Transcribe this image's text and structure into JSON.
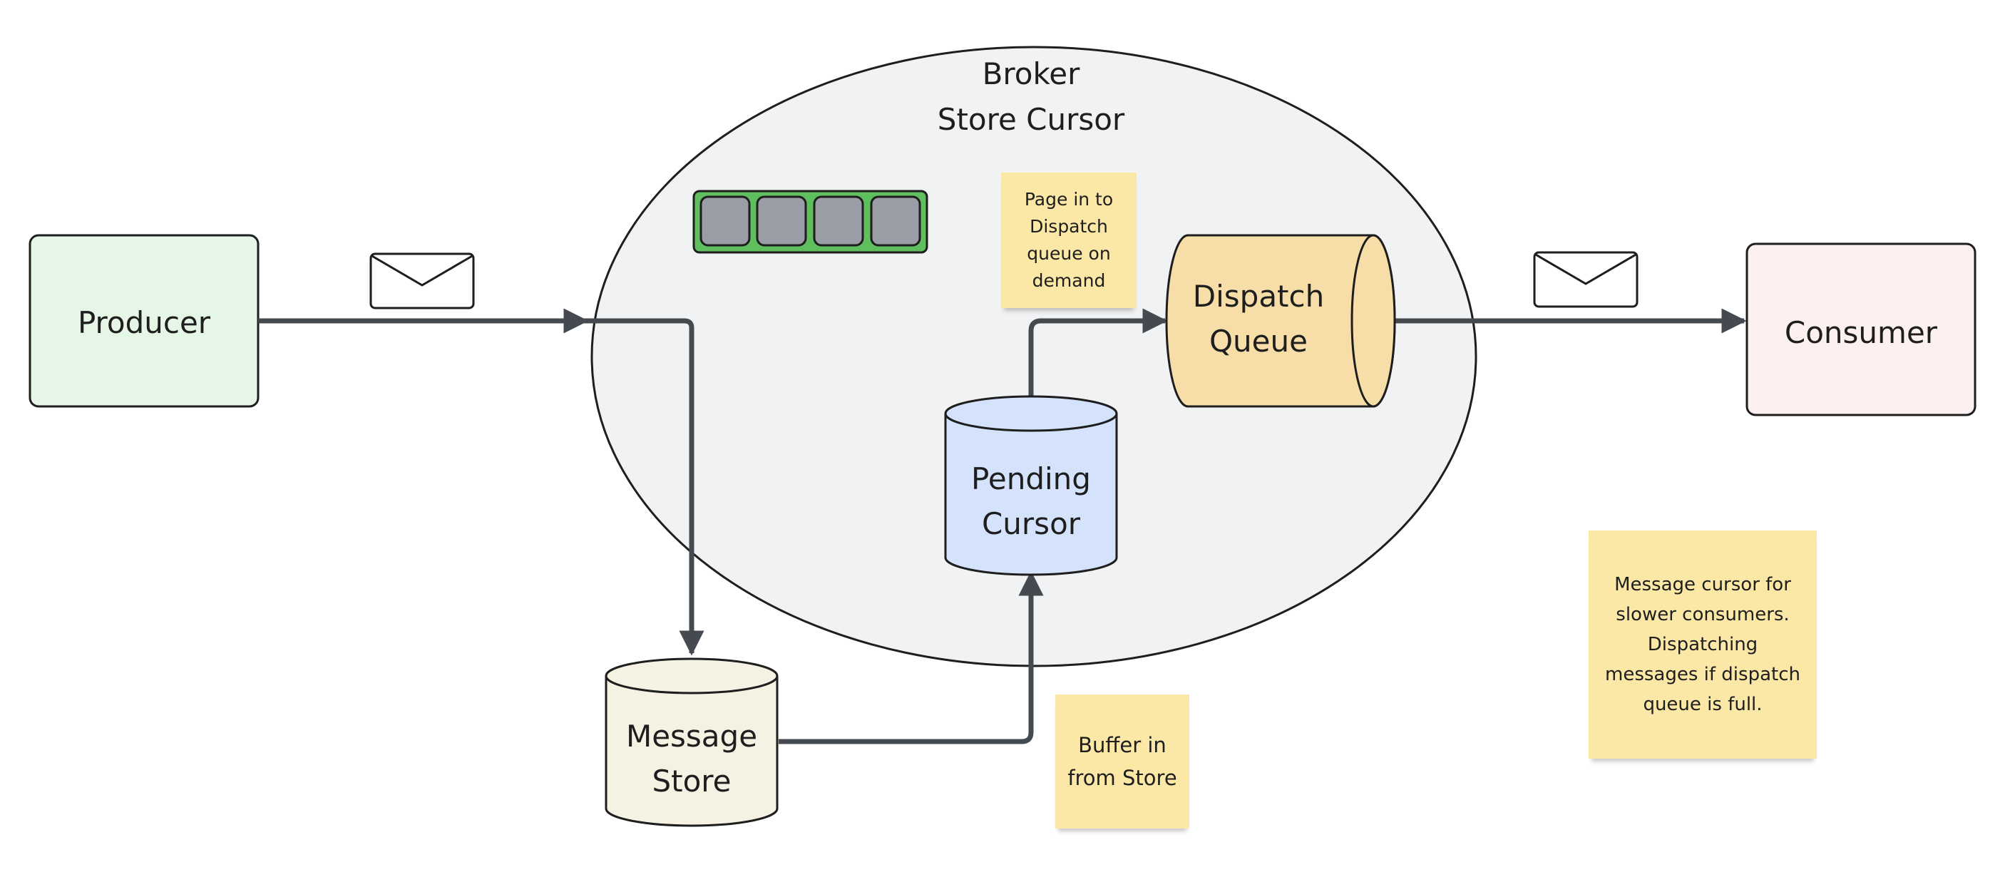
{
  "diagram": {
    "broker": {
      "title_line1": "Broker",
      "title_line2": "Store Cursor",
      "fill": "#f1f2f4"
    },
    "producer": {
      "label": "Producer",
      "fill": "#e6f6e6"
    },
    "consumer": {
      "label": "Consumer",
      "fill": "#fcf0f0"
    },
    "message_store": {
      "label_line1": "Message",
      "label_line2": "Store",
      "fill": "#f5f2e4"
    },
    "pending_cursor": {
      "label_line1": "Pending",
      "label_line2": "Cursor",
      "fill": "#d4e3fb"
    },
    "dispatch_queue": {
      "label_line1": "Dispatch",
      "label_line2": "Queue",
      "fill": "#f7dea9"
    },
    "queue_icon": {
      "fill": "#5fbf5f",
      "cell_fill": "#9a9ca6",
      "cell_count": 4
    },
    "notes": {
      "page_in": "Page in to\nDispatch\nqueue on\ndemand",
      "buffer_in": "Buffer in\nfrom Store",
      "slow_consumers": "Message cursor for\nslower consumers.\nDispatching\nmessages if dispatch\nqueue is full.",
      "note_color": "#fbe7a6"
    },
    "icons": [
      "envelope-icon",
      "envelope-icon"
    ],
    "colors": {
      "stroke": "#1e1e1e",
      "arrow": "#454950"
    }
  }
}
